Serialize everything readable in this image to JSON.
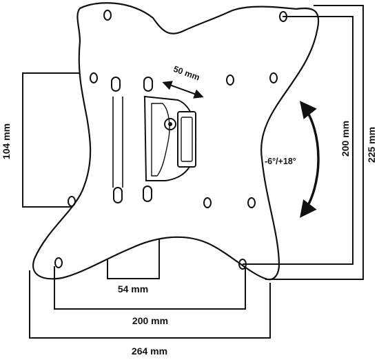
{
  "dimensions": {
    "plate_width": "264 mm",
    "hole_spacing_horizontal": "200 mm",
    "bracket_width": "54 mm",
    "wall_plate_height": "104 mm",
    "hole_spacing_vertical": "200 mm",
    "plate_height": "225 mm",
    "arm_extension": "50 mm",
    "tilt_range": "-6°/+18°"
  }
}
